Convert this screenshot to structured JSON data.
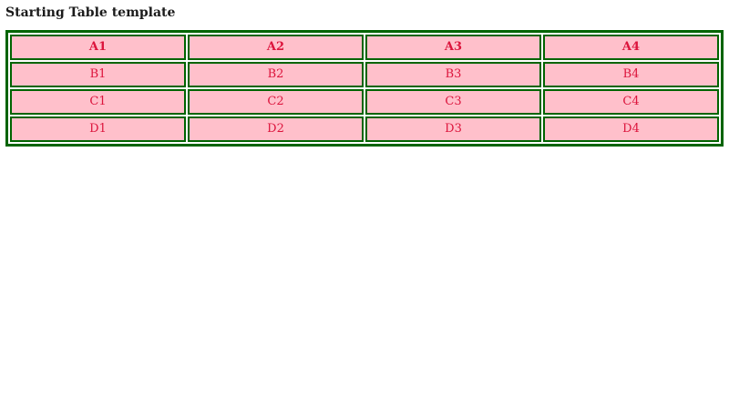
{
  "page": {
    "title": "Starting Table template"
  },
  "colors": {
    "title_text": "#1a1a1a",
    "table_border": "#006400",
    "cell_background": "#ffc0cb",
    "cell_text": "#dc143c",
    "page_background": "#ffffff"
  },
  "table": {
    "header_row": [
      "A1",
      "A2",
      "A3",
      "A4"
    ],
    "rows": [
      [
        "B1",
        "B2",
        "B3",
        "B4"
      ],
      [
        "C1",
        "C2",
        "C3",
        "C4"
      ],
      [
        "D1",
        "D2",
        "D3",
        "D4"
      ]
    ]
  }
}
